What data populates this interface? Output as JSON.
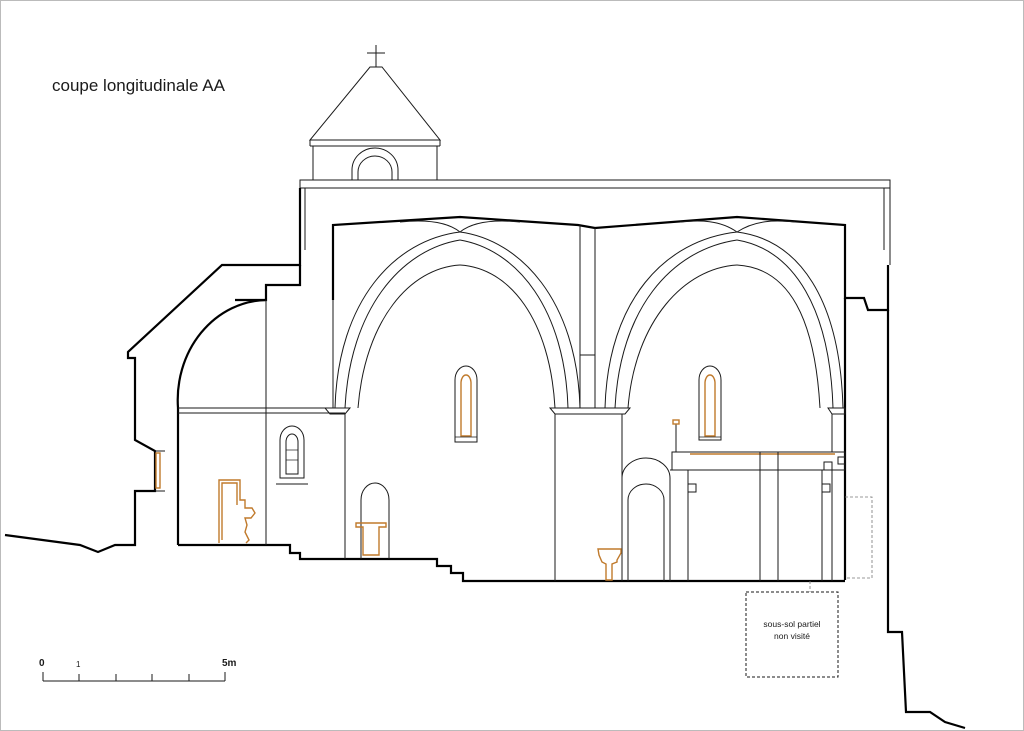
{
  "title": "coupe longitudinale AA",
  "note": {
    "line1": "sous-sol partiel",
    "line2": "non visité"
  },
  "scale_bar": {
    "label_start": "0",
    "label_unit": "1",
    "label_end": "5m"
  },
  "colors": {
    "outline": "#000000",
    "furniture": "#c07a2c",
    "background": "#ffffff"
  }
}
